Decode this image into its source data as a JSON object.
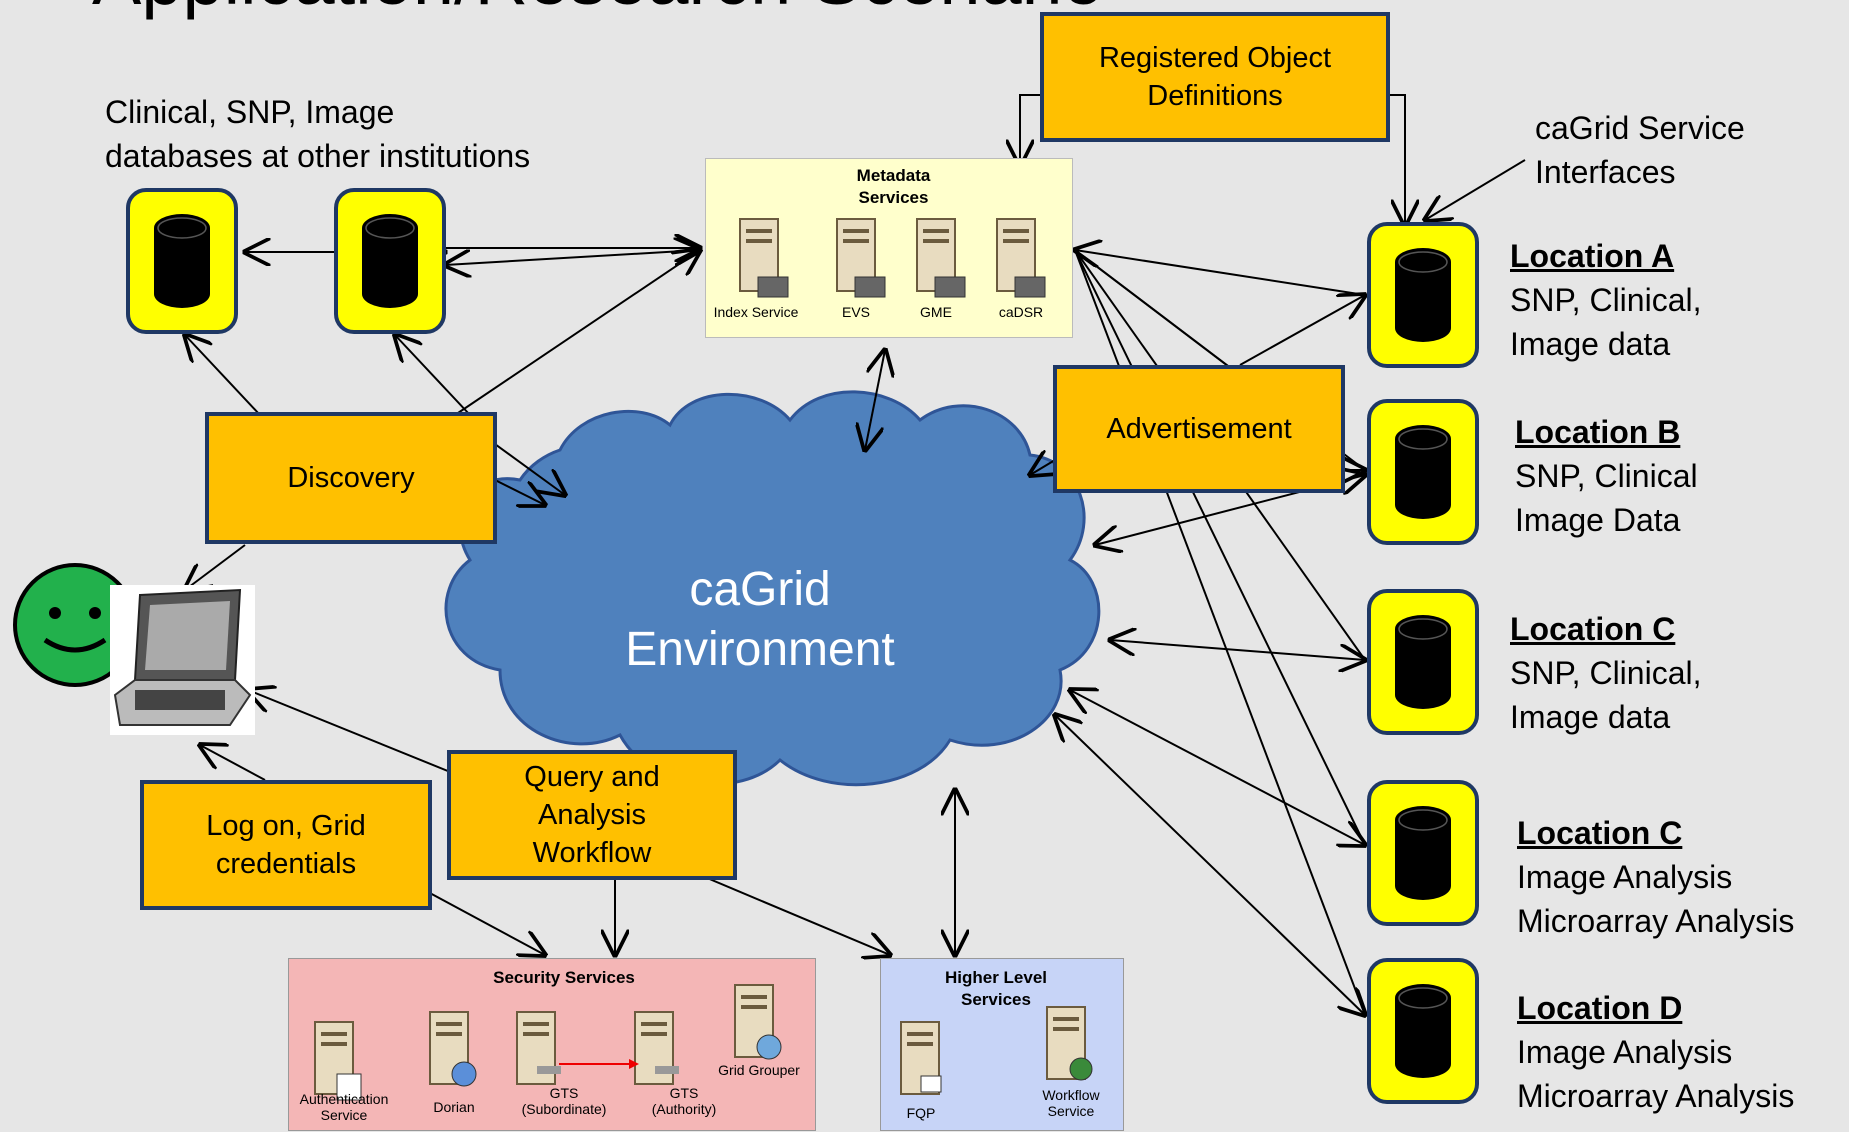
{
  "title": "Application/Research Scenario",
  "other_institutions_label": "Clinical, SNP, Image\ndatabases at other institutions",
  "registered_objects_label": "Registered Object\nDefinitions",
  "service_interfaces_label": "caGrid Service\nInterfaces",
  "cloud_label": "caGrid\nEnvironment",
  "process_boxes": {
    "discovery": "Discovery",
    "advertisement": "Advertisement",
    "query_workflow": "Query and\nAnalysis\nWorkflow",
    "logon": "Log on, Grid\ncredentials"
  },
  "metadata_services": {
    "title": "Metadata\nServices",
    "servers": [
      "Index Service",
      "EVS",
      "GME",
      "caDSR"
    ]
  },
  "security_services": {
    "title": "Security Services",
    "servers": [
      "Authentication\nService",
      "Dorian",
      "GTS\n(Subordinate)",
      "GTS\n(Authority)",
      "Grid Grouper"
    ]
  },
  "higher_level_services": {
    "title": "Higher Level\nServices",
    "servers": [
      "FQP",
      "Workflow\nService"
    ]
  },
  "locations": [
    {
      "name": "Location A",
      "description": "SNP, Clinical,\nImage data"
    },
    {
      "name": "Location B",
      "description": "SNP, Clinical\nImage Data"
    },
    {
      "name": "Location C",
      "description": "SNP, Clinical,\nImage data"
    },
    {
      "name": "Location C",
      "description": "Image Analysis\nMicroarray Analysis"
    },
    {
      "name": "Location D",
      "description": "Image Analysis\nMicroarray Analysis"
    }
  ],
  "colors": {
    "background": "#e6e6e6",
    "process_box": "#ffc000",
    "box_border": "#1f3864",
    "database_tile": "#ffff00",
    "cloud": "#4f81bd",
    "metadata_panel": "#ffffcc",
    "security_panel": "#f4b6b6",
    "higher_level_panel": "#c7d4f7",
    "user_face": "#22b14c"
  }
}
